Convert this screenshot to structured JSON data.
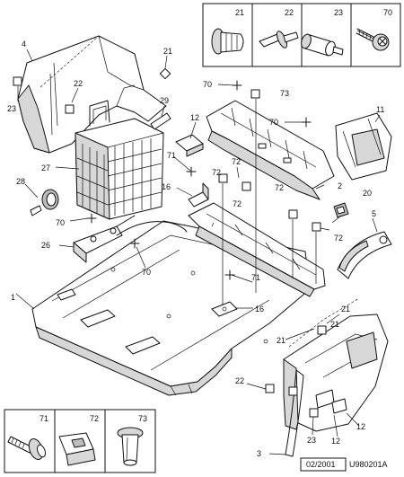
{
  "labels": {
    "l1": "1",
    "l2": "2",
    "l3": "3",
    "l4": "4",
    "l5": "5",
    "l11": "11",
    "l12a": "12",
    "l12b": "12",
    "l12c": "12",
    "l16a": "16",
    "l16b": "16",
    "l20": "20",
    "l21a": "21",
    "l21b": "21",
    "l21c": "21",
    "l21d": "21",
    "l22a": "22",
    "l22b": "22",
    "l23a": "23",
    "l23b": "23",
    "l26": "26",
    "l27": "27",
    "l28": "28",
    "l29": "29",
    "l70a": "70",
    "l70b": "70",
    "l70c": "70",
    "l70d": "70",
    "l71a": "71",
    "l71b": "71",
    "l72a": "72",
    "l72b": "72",
    "l72c": "72",
    "l72d": "72",
    "l73": "73"
  },
  "top_legend": {
    "c1": "21",
    "c2": "22",
    "c3": "23",
    "c4": "70"
  },
  "bottom_legend": {
    "c1": "71",
    "c2": "72",
    "c3": "73"
  },
  "reference": "02/2001",
  "figure_code": "U980201A"
}
